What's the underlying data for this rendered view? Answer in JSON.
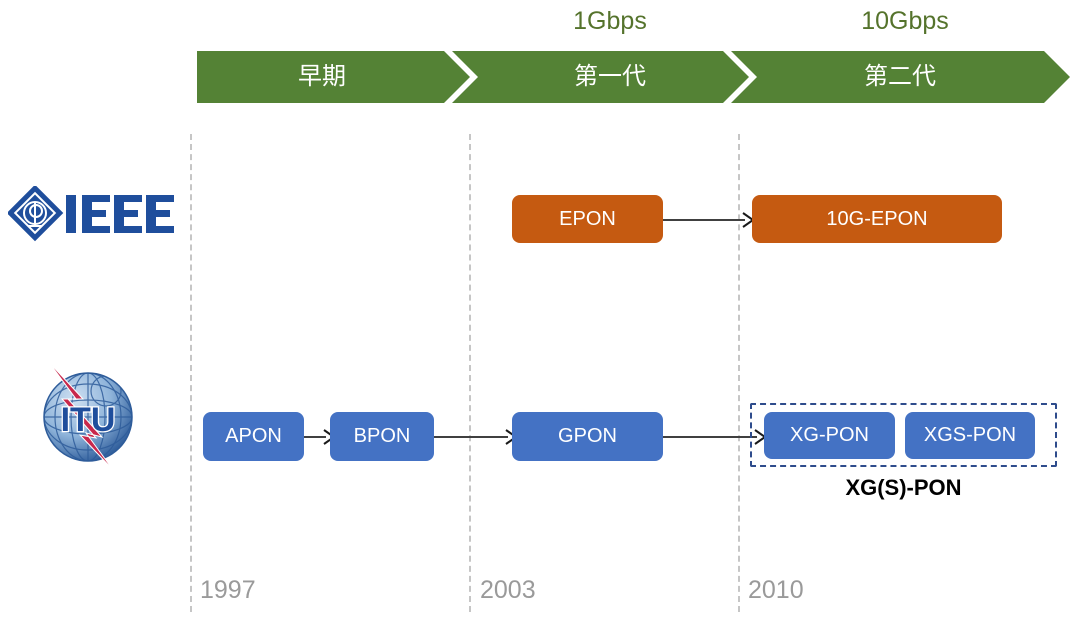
{
  "banner": {
    "segments": [
      {
        "label": "早期",
        "speed": ""
      },
      {
        "label": "第一代",
        "speed": "1Gbps"
      },
      {
        "label": "第二代",
        "speed": "10Gbps"
      }
    ],
    "color": "#548235",
    "text_color": "#FFFFFF",
    "speed_color": "#55732C"
  },
  "organizations": [
    {
      "name": "IEEE",
      "logo_text": "IEEE",
      "logo_color": "#1F4E9C"
    },
    {
      "name": "ITU",
      "logo_text": "ITU",
      "logo_color": "#1F4E9C"
    }
  ],
  "timeline": {
    "years": [
      "1997",
      "2003",
      "2010"
    ],
    "year_color": "#9A9A9A",
    "line_color": "#C6C6C6"
  },
  "ieee_row": {
    "boxes": [
      {
        "label": "EPON",
        "color": "#C55A11"
      },
      {
        "label": "10G-EPON",
        "color": "#C55A11"
      }
    ]
  },
  "itu_row": {
    "boxes": [
      {
        "label": "APON",
        "color": "#4472C4"
      },
      {
        "label": "BPON",
        "color": "#4472C4"
      },
      {
        "label": "GPON",
        "color": "#4472C4"
      },
      {
        "label": "XG-PON",
        "color": "#4472C4"
      },
      {
        "label": "XGS-PON",
        "color": "#4472C4"
      }
    ],
    "group": {
      "label": "XG(S)-PON",
      "border_color": "#2E4C8C"
    }
  }
}
